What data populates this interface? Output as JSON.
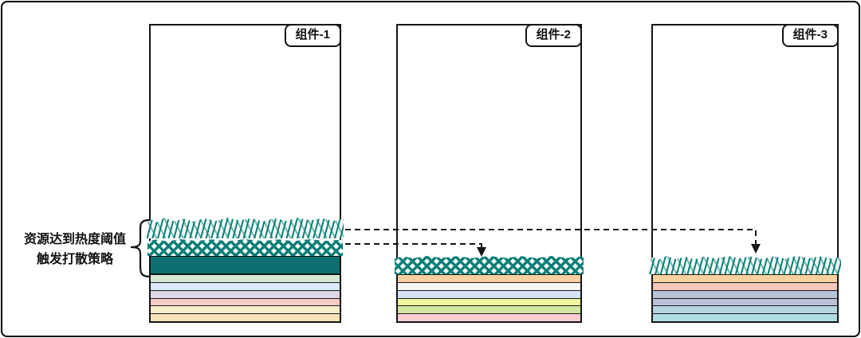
{
  "annotation": {
    "line1": "资源达到热度阈值",
    "line2": "触发打散策略"
  },
  "components": [
    {
      "label": "组件-1",
      "layers": [
        {
          "kind": "scribble",
          "height": 27,
          "name": "hot-scribble-hatch-band"
        },
        {
          "kind": "crosshatch",
          "height": 22,
          "name": "hot-cross-hatch-band"
        },
        {
          "kind": "solid",
          "height": 23,
          "color": "#0d6f70",
          "name": "solid-teal-stripe"
        },
        {
          "kind": "stripe",
          "height": 9.8,
          "color": "#d5e8d4",
          "name": "stripe-green"
        },
        {
          "kind": "stripe",
          "height": 9.8,
          "color": "#dae8fc",
          "name": "stripe-blue"
        },
        {
          "kind": "stripe",
          "height": 9.8,
          "color": "#ded8e8",
          "name": "stripe-lavender"
        },
        {
          "kind": "stripe",
          "height": 9.8,
          "color": "#f5cbc7",
          "name": "stripe-pink"
        },
        {
          "kind": "stripe",
          "height": 9.8,
          "color": "#f9edcd",
          "name": "stripe-cream"
        },
        {
          "kind": "stripe",
          "height": 9.8,
          "color": "#f8e3ba",
          "name": "stripe-peach"
        }
      ]
    },
    {
      "label": "组件-2",
      "layers": [
        {
          "kind": "crosshatch",
          "height": 24,
          "name": "migrated-cross-hatch-band"
        },
        {
          "kind": "stripe",
          "height": 9.8,
          "color": "#f8cf9e",
          "name": "stripe-peach"
        },
        {
          "kind": "stripe",
          "height": 9.8,
          "color": "#f7f7f7",
          "name": "stripe-white"
        },
        {
          "kind": "stripe",
          "height": 9.8,
          "color": "#d6e4f5",
          "name": "stripe-blue"
        },
        {
          "kind": "stripe",
          "height": 9.8,
          "color": "#f3f6a0",
          "name": "stripe-yellow"
        },
        {
          "kind": "stripe",
          "height": 9.8,
          "color": "#d2e8a2",
          "name": "stripe-green"
        },
        {
          "kind": "stripe",
          "height": 9.8,
          "color": "#f8ced2",
          "name": "stripe-pink"
        }
      ]
    },
    {
      "label": "组件-3",
      "layers": [
        {
          "kind": "scribble",
          "height": 24,
          "name": "migrated-scribble-hatch-band"
        },
        {
          "kind": "stripe",
          "height": 9.8,
          "color": "#f7d0a0",
          "name": "stripe-peach"
        },
        {
          "kind": "stripe",
          "height": 9.8,
          "color": "#f4c9ba",
          "name": "stripe-salmon"
        },
        {
          "kind": "stripe",
          "height": 9.8,
          "color": "#b7c3d6",
          "name": "stripe-steel-blue"
        },
        {
          "kind": "stripe",
          "height": 9.8,
          "color": "#bcc0da",
          "name": "stripe-steel-lavender"
        },
        {
          "kind": "stripe",
          "height": 9.8,
          "color": "#b6d3e2",
          "name": "stripe-light-blue"
        },
        {
          "kind": "stripe",
          "height": 9.8,
          "color": "#b0dde4",
          "name": "stripe-cyan"
        }
      ]
    }
  ],
  "flows": [
    {
      "from": "组件-1",
      "to": "组件-2",
      "style": "dashed-arrow"
    },
    {
      "from": "组件-1",
      "to": "组件-3",
      "style": "dashed-arrow"
    }
  ],
  "colors": {
    "hatch_teal": "#0e7f78",
    "solid_teal": "#0d6f70",
    "stroke": "#141414"
  }
}
